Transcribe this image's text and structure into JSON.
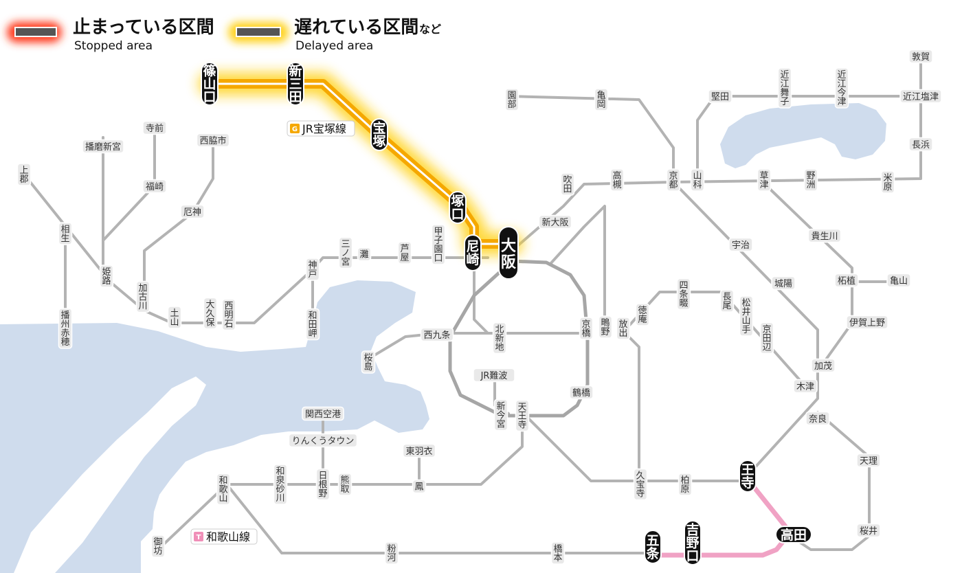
{
  "legend": {
    "stopped": {
      "title": "止まっている区間",
      "sub": "Stopped area"
    },
    "delayed": {
      "title": "遅れている区間",
      "nado": "など",
      "sub": "Delayed area"
    }
  },
  "colors": {
    "track": "#b3b3b3",
    "water": "#cfdced",
    "station_chip": "#e9e9e9",
    "major_station": "#111111",
    "stopped_glow": "#ff3b1f",
    "delayed_glow": "#ffd21a",
    "delayed_line": "#f5a800",
    "wakayama_line": "#f0a2c4",
    "takarazuka_tag": "#f5a800",
    "wakayama_tag": "#f08fb8"
  },
  "lines": [
    {
      "letter": "G",
      "name": "JR宝塚線",
      "status": "delayed"
    },
    {
      "letter": "T",
      "name": "和歌山線",
      "status": "normal"
    }
  ],
  "major_stations": [
    {
      "id": "sasayamaguchi",
      "name": "篠山口",
      "line": "JR宝塚線"
    },
    {
      "id": "shinsanda",
      "name": "新三田",
      "line": "JR宝塚線"
    },
    {
      "id": "takarazuka",
      "name": "宝塚",
      "line": "JR宝塚線"
    },
    {
      "id": "tsukaguchi",
      "name": "塚口",
      "line": "JR宝塚線"
    },
    {
      "id": "amagasaki",
      "name": "尼崎",
      "line": "JR宝塚線"
    },
    {
      "id": "osaka",
      "name": "大阪",
      "line": "JR宝塚線"
    },
    {
      "id": "oji",
      "name": "王寺",
      "line": "和歌山線"
    },
    {
      "id": "takada",
      "name": "高田",
      "line": "和歌山線"
    },
    {
      "id": "yoshinoguchi",
      "name": "吉野口",
      "line": "和歌山線"
    },
    {
      "id": "gojo",
      "name": "五条",
      "line": "和歌山線"
    }
  ],
  "stations": [
    {
      "id": "sonobe",
      "name": "園部"
    },
    {
      "id": "kameoka",
      "name": "亀岡"
    },
    {
      "id": "katata",
      "name": "堅田"
    },
    {
      "id": "omimaiko",
      "name": "近江舞子"
    },
    {
      "id": "omiimazu",
      "name": "近江今津"
    },
    {
      "id": "tsuruga",
      "name": "敦賀"
    },
    {
      "id": "omishiotsu",
      "name": "近江塩津"
    },
    {
      "id": "nagahama",
      "name": "長浜"
    },
    {
      "id": "maibara",
      "name": "米原"
    },
    {
      "id": "yasu",
      "name": "野洲"
    },
    {
      "id": "kusatsu",
      "name": "草津"
    },
    {
      "id": "yamashina",
      "name": "山科"
    },
    {
      "id": "kyoto",
      "name": "京都"
    },
    {
      "id": "takatsuki",
      "name": "高槻"
    },
    {
      "id": "suita",
      "name": "吹田"
    },
    {
      "id": "shinosaka",
      "name": "新大阪"
    },
    {
      "id": "uji",
      "name": "宇治"
    },
    {
      "id": "kibukawa",
      "name": "貴生川"
    },
    {
      "id": "tsuge",
      "name": "柘植"
    },
    {
      "id": "kameyama",
      "name": "亀山"
    },
    {
      "id": "igaueno",
      "name": "伊賀上野"
    },
    {
      "id": "kamo",
      "name": "加茂"
    },
    {
      "id": "kizu",
      "name": "木津"
    },
    {
      "id": "nara",
      "name": "奈良"
    },
    {
      "id": "jojo",
      "name": "城陽"
    },
    {
      "id": "shijonawate",
      "name": "四条畷"
    },
    {
      "id": "nagao",
      "name": "長尾"
    },
    {
      "id": "matsuiyamate",
      "name": "松井山手"
    },
    {
      "id": "kyotanabe",
      "name": "京田辺"
    },
    {
      "id": "tokuan",
      "name": "徳庵"
    },
    {
      "id": "hanaten",
      "name": "放出"
    },
    {
      "id": "shigino",
      "name": "鴫野"
    },
    {
      "id": "kyobashi",
      "name": "京橋"
    },
    {
      "id": "kitashinchi",
      "name": "北新地"
    },
    {
      "id": "nishikujo",
      "name": "西九条"
    },
    {
      "id": "sakurajima",
      "name": "桜島"
    },
    {
      "id": "jrnamba",
      "name": "JR難波"
    },
    {
      "id": "shinimamiya",
      "name": "新今宮"
    },
    {
      "id": "tennoji",
      "name": "天王寺"
    },
    {
      "id": "tsuruhashi",
      "name": "鶴橋"
    },
    {
      "id": "kansaikuko",
      "name": "関西空港"
    },
    {
      "id": "rinkutown",
      "name": "りんくうタウン"
    },
    {
      "id": "higashihagoromo",
      "name": "東羽衣"
    },
    {
      "id": "otori",
      "name": "鳳"
    },
    {
      "id": "kumatori",
      "name": "熊取"
    },
    {
      "id": "hineno",
      "name": "日根野"
    },
    {
      "id": "izumisunagawa",
      "name": "和泉砂川"
    },
    {
      "id": "wakayama",
      "name": "和歌山"
    },
    {
      "id": "gobo",
      "name": "御坊"
    },
    {
      "id": "kokawa",
      "name": "粉河"
    },
    {
      "id": "hashimoto",
      "name": "橋本"
    },
    {
      "id": "kashiwara",
      "name": "柏原"
    },
    {
      "id": "kyuhoji",
      "name": "久宝寺"
    },
    {
      "id": "tenri",
      "name": "天理"
    },
    {
      "id": "sakurai",
      "name": "桜井"
    },
    {
      "id": "koshienguchi",
      "name": "甲子園口"
    },
    {
      "id": "ashiya",
      "name": "芦屋"
    },
    {
      "id": "nada",
      "name": "灘"
    },
    {
      "id": "sannomiya",
      "name": "三ノ宮"
    },
    {
      "id": "kobe",
      "name": "神戸"
    },
    {
      "id": "wadamisaki",
      "name": "和田岬"
    },
    {
      "id": "nishiakashi",
      "name": "西明石"
    },
    {
      "id": "okubo",
      "name": "大久保"
    },
    {
      "id": "tsuchiyama",
      "name": "土山"
    },
    {
      "id": "kakogawa",
      "name": "加古川"
    },
    {
      "id": "himeji",
      "name": "姫路"
    },
    {
      "id": "aioi",
      "name": "相生"
    },
    {
      "id": "kamigori",
      "name": "上郡"
    },
    {
      "id": "banshuako",
      "name": "播州赤穂"
    },
    {
      "id": "harimashingu",
      "name": "播磨新宮"
    },
    {
      "id": "teramae",
      "name": "寺前"
    },
    {
      "id": "fukusaki",
      "name": "福崎"
    },
    {
      "id": "nishiwaki",
      "name": "西脇市"
    },
    {
      "id": "yashiro",
      "name": "厄神"
    }
  ]
}
